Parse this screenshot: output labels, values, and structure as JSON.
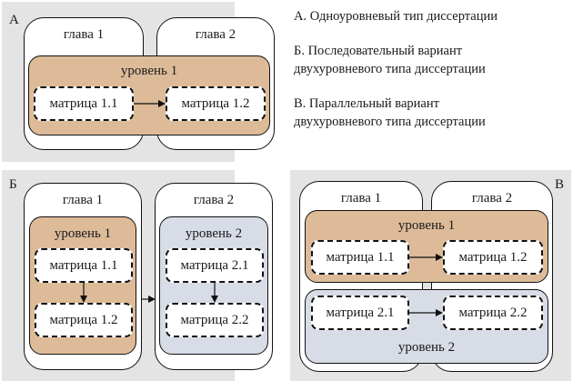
{
  "legend": {
    "a": "А. Одноуровневый тип диссертации",
    "b_line1": "Б.  Последовательный вариант",
    "b_line2": "двухуровневого типа диссертации",
    "c_line1": "В.  Параллельный вариант",
    "c_line2": "двухуровневого типа диссертации"
  },
  "panel_a": {
    "label": "А",
    "chapter1": "глава 1",
    "chapter2": "глава 2",
    "level1": "уровень 1",
    "m11": "матрица 1.1",
    "m12": "матрица 1.2"
  },
  "panel_b": {
    "label": "Б",
    "chapter1": "глава 1",
    "chapter2": "глава 2",
    "level1": "уровень 1",
    "level2": "уровень 2",
    "m11": "матрица 1.1",
    "m12": "матрица 1.2",
    "m21": "матрица 2.1",
    "m22": "матрица 2.2"
  },
  "panel_c": {
    "label": "В",
    "chapter1": "глава 1",
    "chapter2": "глава 2",
    "level1": "уровень 1",
    "level2": "уровень 2",
    "m11": "матрица 1.1",
    "m12": "матрица 1.2",
    "m21": "матрица 2.1",
    "m22": "матрица 2.2"
  },
  "colors": {
    "panel_bg": "#e4e4e4",
    "level1_fill": "#ddbb98",
    "level2_fill": "#d7dce6"
  }
}
